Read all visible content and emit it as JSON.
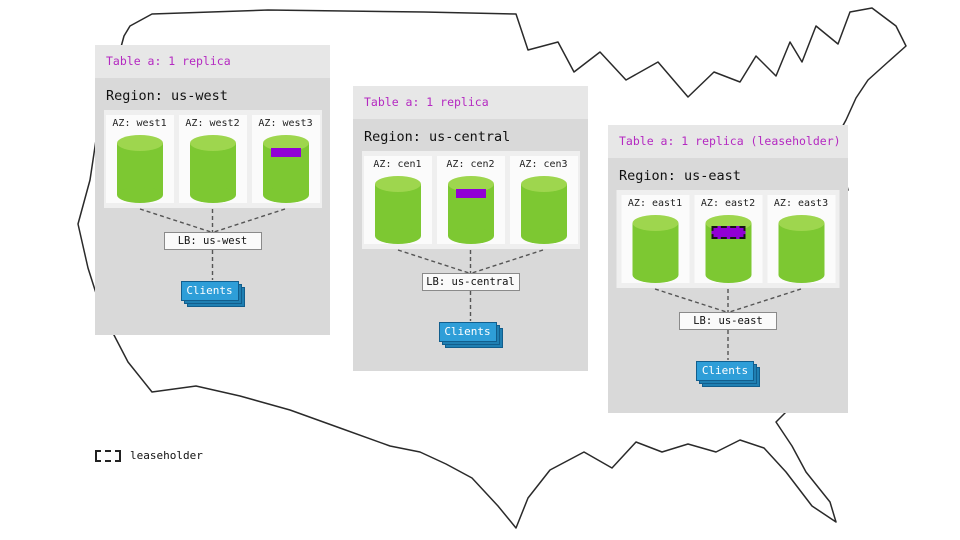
{
  "colors": {
    "title_accent": "#b429c1",
    "cylinder_green": "#7dc832",
    "replica_purple": "#9100d6",
    "clients_blue": "#2e9ed8",
    "panel_gray": "#d9d9d9"
  },
  "legend": {
    "label": "leaseholder"
  },
  "regions": [
    {
      "title": "Table a: 1 replica",
      "region_label": "Region: us-west",
      "azs": [
        {
          "label": "AZ: west1",
          "marker": ""
        },
        {
          "label": "AZ: west2",
          "marker": ""
        },
        {
          "label": "AZ: west3",
          "marker": "replica"
        }
      ],
      "lb_label": "LB: us-west",
      "clients_label": "Clients"
    },
    {
      "title": "Table a: 1 replica",
      "region_label": "Region: us-central",
      "azs": [
        {
          "label": "AZ: cen1",
          "marker": ""
        },
        {
          "label": "AZ: cen2",
          "marker": "replica"
        },
        {
          "label": "AZ: cen3",
          "marker": ""
        }
      ],
      "lb_label": "LB: us-central",
      "clients_label": "Clients"
    },
    {
      "title": "Table a: 1 replica (leaseholder)",
      "region_label": "Region: us-east",
      "azs": [
        {
          "label": "AZ: east1",
          "marker": ""
        },
        {
          "label": "AZ: east2",
          "marker": "leaseholder"
        },
        {
          "label": "AZ: east3",
          "marker": ""
        }
      ],
      "lb_label": "LB: us-east",
      "clients_label": "Clients"
    }
  ]
}
